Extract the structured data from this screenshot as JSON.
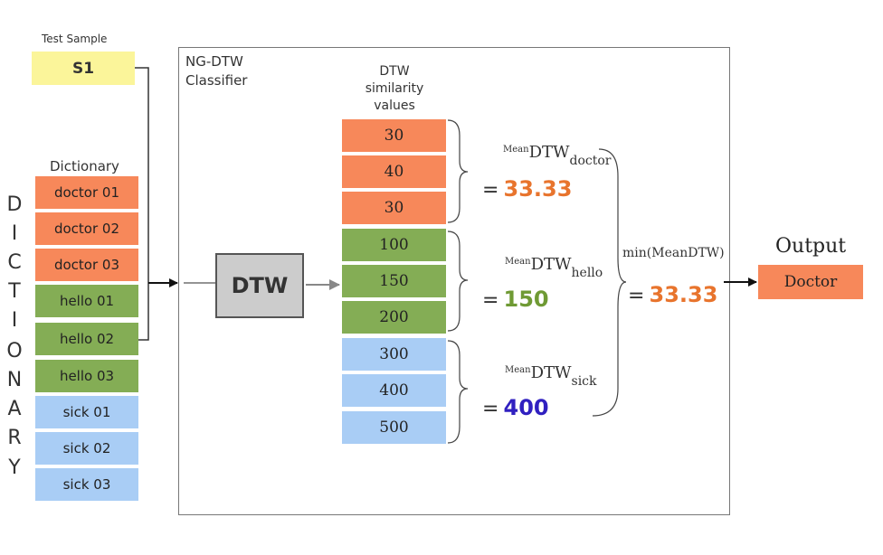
{
  "test_sample": {
    "heading": "Test Sample",
    "label": "S1"
  },
  "dictionary": {
    "heading": "Dictionary",
    "vertical_letters": [
      "D",
      "I",
      "C",
      "T",
      "I",
      "O",
      "N",
      "A",
      "R",
      "Y"
    ],
    "items": [
      "doctor 01",
      "doctor 02",
      "doctor 03",
      "hello 01",
      "hello 02",
      "hello 03",
      "sick 01",
      "sick 02",
      "sick 03"
    ]
  },
  "classifier": {
    "title_line1": "NG-DTW",
    "title_line2": "Classifier",
    "dtw_label": "DTW"
  },
  "similarity": {
    "heading_line1": "DTW",
    "heading_line2": "similarity",
    "heading_line3": "values",
    "values": [
      "30",
      "40",
      "30",
      "100",
      "150",
      "200",
      "300",
      "400",
      "500"
    ]
  },
  "means": [
    {
      "prefix": "Mean",
      "main": "DTW",
      "sub": "doctor",
      "equals": "=",
      "value": "33.33",
      "color": "#e8742d"
    },
    {
      "prefix": "Mean",
      "main": "DTW",
      "sub": "hello",
      "equals": "=",
      "value": "150",
      "color": "#6f9a34"
    },
    {
      "prefix": "Mean",
      "main": "DTW",
      "sub": "sick",
      "equals": "=",
      "value": "400",
      "color": "#3020c0"
    }
  ],
  "min_block": {
    "label": "min(MeanDTW)",
    "equals": "=",
    "value": "33.33",
    "color": "#e8742d"
  },
  "output": {
    "heading": "Output",
    "value": "Doctor"
  },
  "colors": {
    "doctor": "#f7885a",
    "hello": "#84ad55",
    "sick": "#a9cdf5",
    "sample": "#fbf59a",
    "dtw_box": "#cccccc"
  }
}
